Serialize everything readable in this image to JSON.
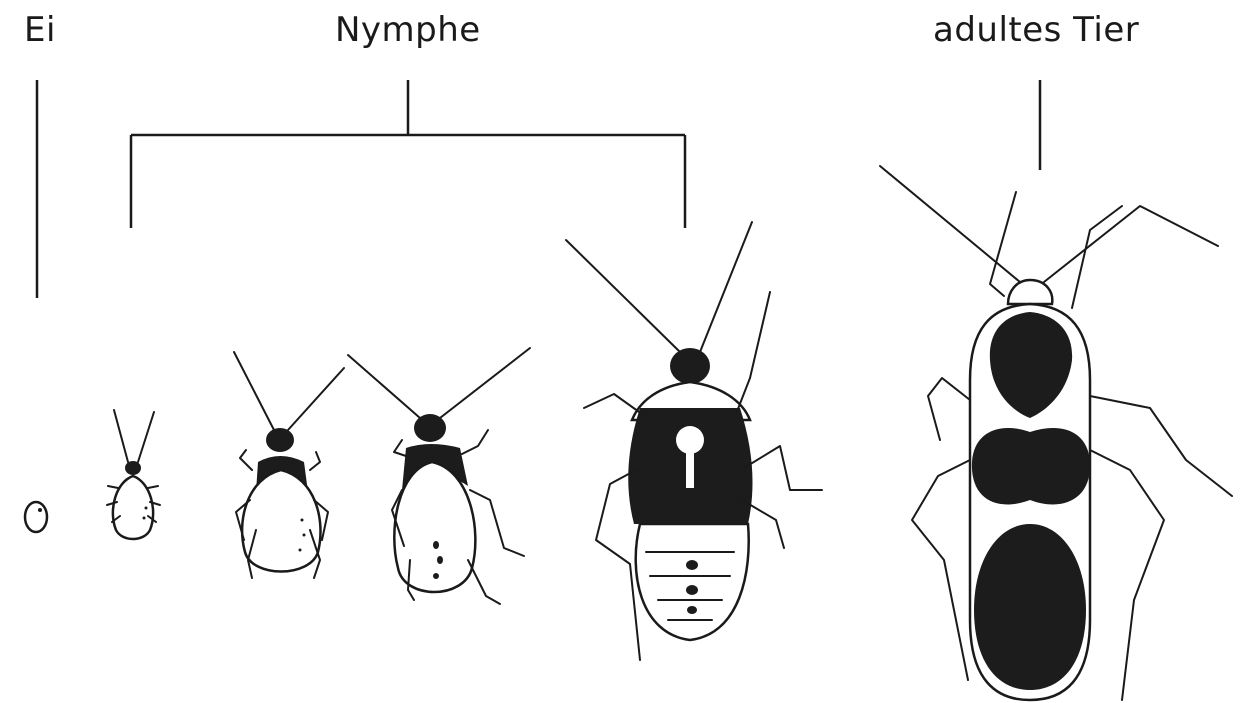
{
  "labels": {
    "egg": "Ei",
    "nymph": "Nymphe",
    "adult": "adultes Tier"
  },
  "stages": [
    {
      "kind": "egg"
    },
    {
      "kind": "nymph",
      "instar": 1
    },
    {
      "kind": "nymph",
      "instar": 2
    },
    {
      "kind": "nymph",
      "instar": 3
    },
    {
      "kind": "nymph",
      "instar": 4
    },
    {
      "kind": "adult"
    }
  ],
  "colors": {
    "ink": "#1a1a1a",
    "background": "#ffffff"
  }
}
